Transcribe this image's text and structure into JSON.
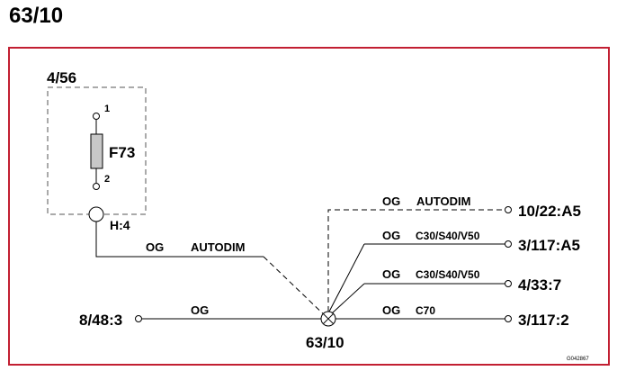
{
  "page": {
    "title": "63/10"
  },
  "diagram": {
    "border_color": "#c21f32",
    "module": {
      "label": "4/56",
      "pin_top": "1",
      "pin_bottom": "2",
      "fuse": "F73",
      "connector": "H:4"
    },
    "wires": {
      "autodim_module": {
        "color": "OG",
        "signal": "AUTODIM"
      },
      "left": {
        "color": "OG"
      },
      "autodim_right": {
        "color": "OG",
        "signal": "AUTODIM"
      },
      "c30_a5": {
        "color": "OG",
        "signal": "C30/S40/V50"
      },
      "c30_433": {
        "color": "OG",
        "signal": "C30/S40/V50"
      },
      "c70": {
        "color": "OG",
        "signal": "C70"
      }
    },
    "terminals": {
      "left": "8/48:3",
      "t1": "10/22:A5",
      "t2": "3/117:A5",
      "t3": "4/33:7",
      "t4": "3/117:2"
    },
    "splice": {
      "label": "63/10"
    },
    "figure_code": "G042867"
  }
}
